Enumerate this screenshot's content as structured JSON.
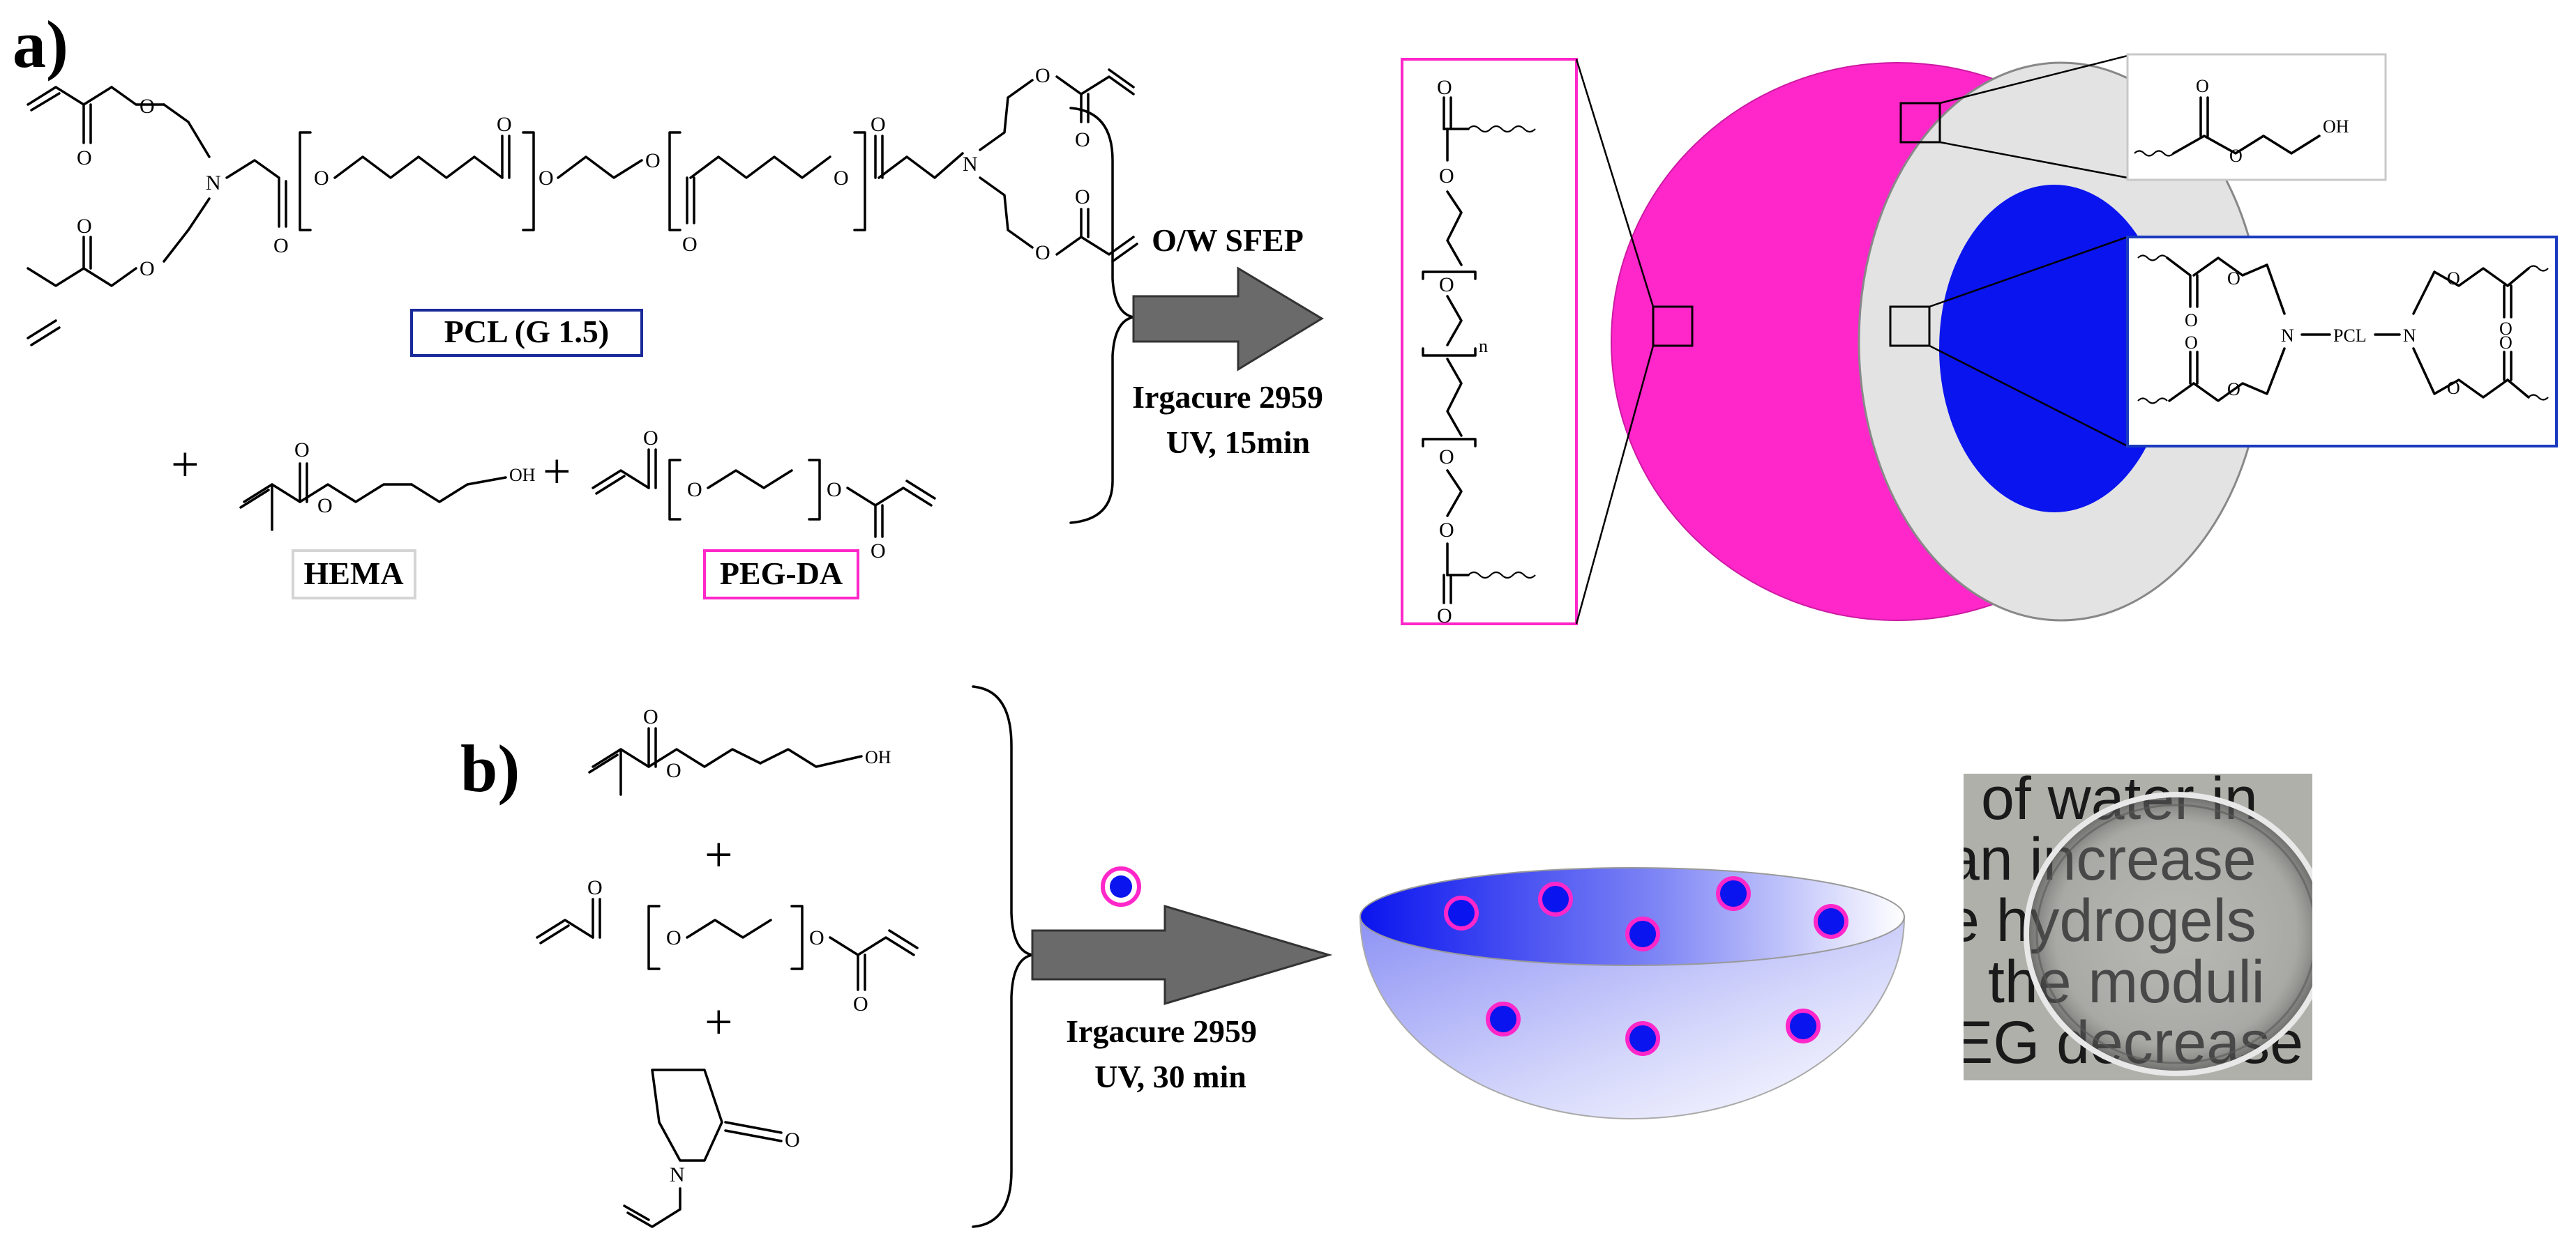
{
  "panel_a": {
    "label": "a)",
    "pcl_label": "PCL (G 1.5)",
    "hema_label": "HEMA",
    "pegda_label": "PEG-DA",
    "plus": "+",
    "step_top": "O/W SFEP",
    "step_bottom_1": "Irgacure 2959",
    "step_bottom_2": "UV, 15min",
    "inset_oh": "OH",
    "inset_pcl": "PCL",
    "inset_n": "N",
    "peg_repeat": "n"
  },
  "panel_b": {
    "label": "b)",
    "plus": "+",
    "step_bottom_1": "Irgacure 2959",
    "step_bottom_2": "UV, 30 min"
  },
  "atoms": {
    "O": "O",
    "N": "N",
    "OH": "OH"
  },
  "photo": {
    "lines": [
      "of water in",
      "an increase",
      "e hydrogels",
      "the moduli",
      "EG decrease"
    ]
  },
  "colors": {
    "magenta": "#ff27c9",
    "blue": "#0a14ee",
    "grey_shell": "#e3e3e3",
    "arrow": "#6a6a6a",
    "hema_box": "#d8d8d8"
  }
}
